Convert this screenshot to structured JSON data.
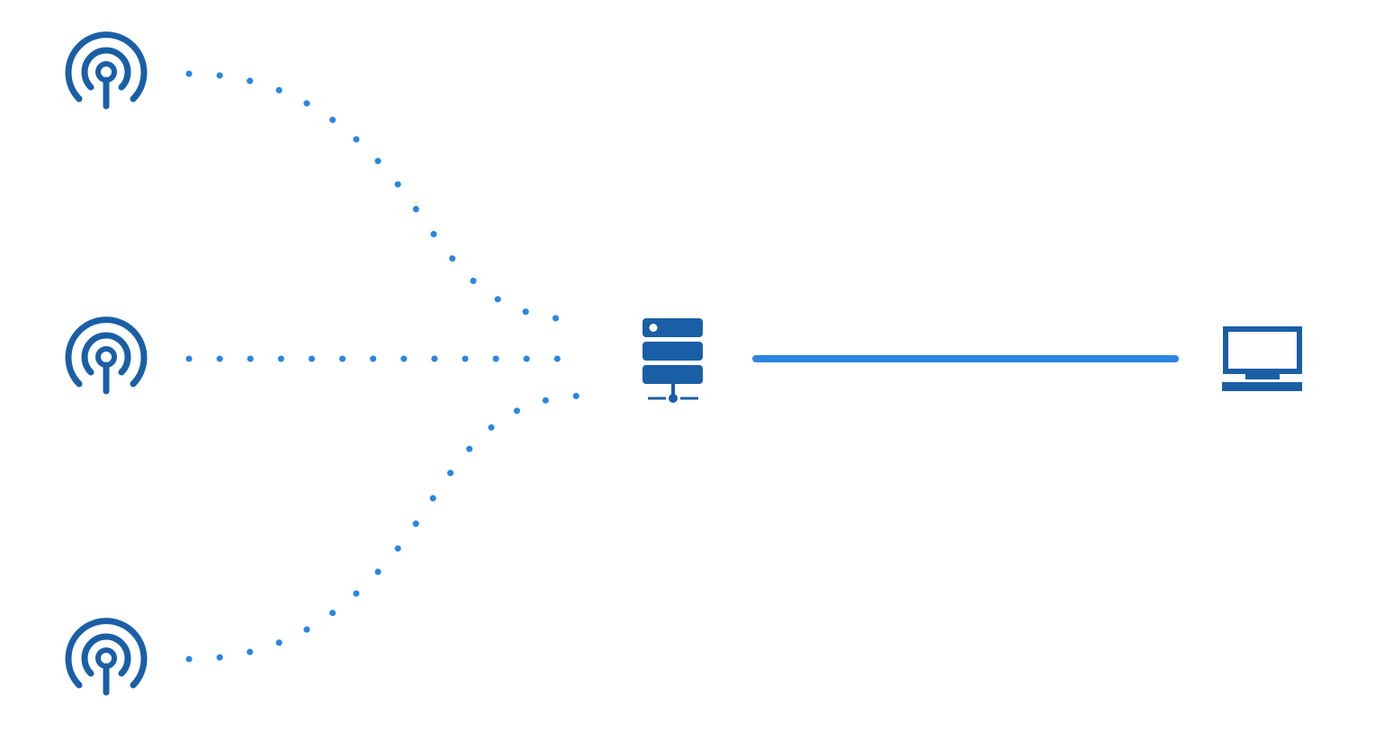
{
  "colors": {
    "icon_dark_blue": "#1a5fa6",
    "link_light_blue": "#2a86e0",
    "background": "#ffffff"
  },
  "nodes": {
    "antennas": [
      {
        "icon": "broadcast-antenna-icon"
      },
      {
        "icon": "broadcast-antenna-icon"
      },
      {
        "icon": "broadcast-antenna-icon"
      }
    ],
    "server": {
      "icon": "server-rack-icon"
    },
    "computer": {
      "icon": "laptop-icon"
    }
  },
  "links": {
    "wireless": {
      "style": "dotted",
      "count": 3
    },
    "wired": {
      "style": "solid"
    }
  }
}
